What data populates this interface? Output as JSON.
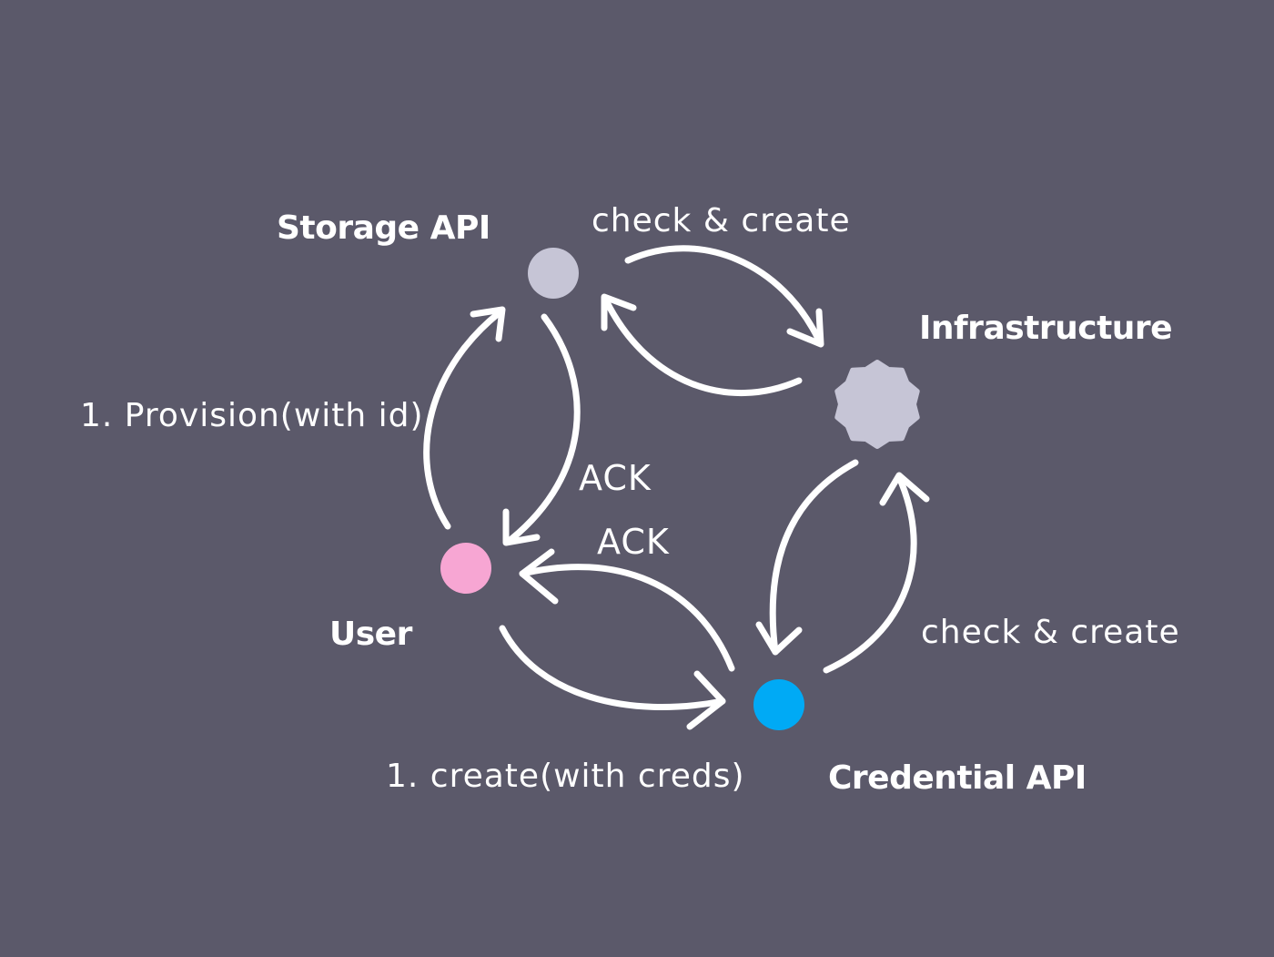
{
  "nodes": {
    "storage_api": {
      "label": "Storage API",
      "color": "#c6c5d6"
    },
    "infrastructure": {
      "label": "Infrastructure",
      "color": "#c6c5d6"
    },
    "user": {
      "label": "User",
      "color": "#f7a6d3"
    },
    "credential_api": {
      "label": "Credential API",
      "color": "#00aaf5"
    }
  },
  "edges": {
    "user_to_storage": {
      "label": "1. Provision(with id)"
    },
    "storage_to_user": {
      "label": "ACK"
    },
    "credential_to_user": {
      "label": "ACK"
    },
    "user_to_credential": {
      "label": "1. create(with creds)"
    },
    "storage_infra": {
      "label": "check & create"
    },
    "credential_infra": {
      "label": "check & create"
    }
  },
  "colors": {
    "background": "#5b596a",
    "arrow": "#ffffff",
    "text": "#ffffff"
  }
}
